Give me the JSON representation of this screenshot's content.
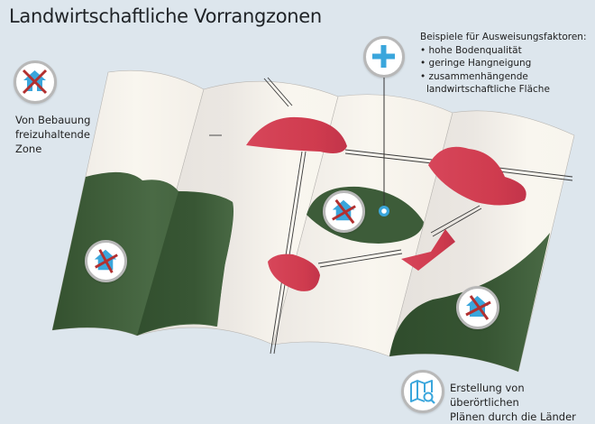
{
  "title": "Landwirtschaftliche Vorrangzonen",
  "legend_no_building": {
    "icon": "no-building-icon",
    "lines": [
      "Von Bebauung",
      "freizuhaltende",
      "Zone"
    ]
  },
  "legend_factors": {
    "icon": "plus-icon",
    "heading": "Beispiele für Ausweisungsfaktoren:",
    "items": [
      "hohe Bodenqualität",
      "geringe Hangneigung",
      "zusammenhängende",
      "landwirtschaftliche Fläche"
    ]
  },
  "legend_plans": {
    "icon": "map-search-icon",
    "lines": [
      "Erstellung von überörtlichen",
      "Plänen durch die Länder"
    ]
  },
  "colors": {
    "background": "#dde6ed",
    "paper": "#f8f5ee",
    "paper_shade": "#e7e3de",
    "agri_green": "#3c5b38",
    "settlement_red": "#d23e50",
    "accent_blue": "#3aa6dc",
    "cross_red": "#b23030",
    "badge_ring": "#b8b8b8"
  }
}
